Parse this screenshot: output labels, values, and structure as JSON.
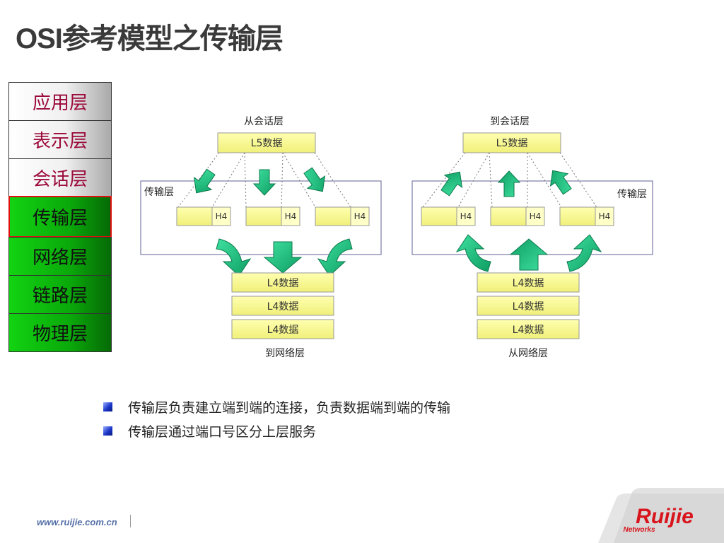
{
  "title": {
    "latin": "OSI",
    "rest": "参考模型之传输层"
  },
  "osi_layers": [
    {
      "label": "应用层",
      "style": "upper"
    },
    {
      "label": "表示层",
      "style": "upper"
    },
    {
      "label": "会话层",
      "style": "upper"
    },
    {
      "label": "传输层",
      "style": "lower",
      "active": true
    },
    {
      "label": "网络层",
      "style": "lower"
    },
    {
      "label": "链路层",
      "style": "lower"
    },
    {
      "label": "物理层",
      "style": "lower"
    }
  ],
  "diagram": {
    "left": {
      "session_label": "从会话层",
      "l5_label": "L5数据",
      "transport_label": "传输层",
      "segment_header": "H4",
      "l4_label": "L4数据",
      "network_label": "到网络层"
    },
    "right": {
      "session_label": "到会话层",
      "l5_label": "L5数据",
      "transport_label": "传输层",
      "segment_header": "H4",
      "l4_label": "L4数据",
      "network_label": "从网络层"
    }
  },
  "bullets": [
    "传输层负责建立端到端的连接，负责数据端到端的传输",
    "传输层通过端口号区分上层服务"
  ],
  "footer": {
    "url": "www.ruijie.com.cn",
    "logo_text": "Ruijie",
    "logo_sub": "Networks"
  },
  "colors": {
    "accent_red": "#e01010",
    "box_fill": "#ffff99",
    "arrow": "#1bbf7e",
    "layer_text": "#9b0a3b"
  }
}
